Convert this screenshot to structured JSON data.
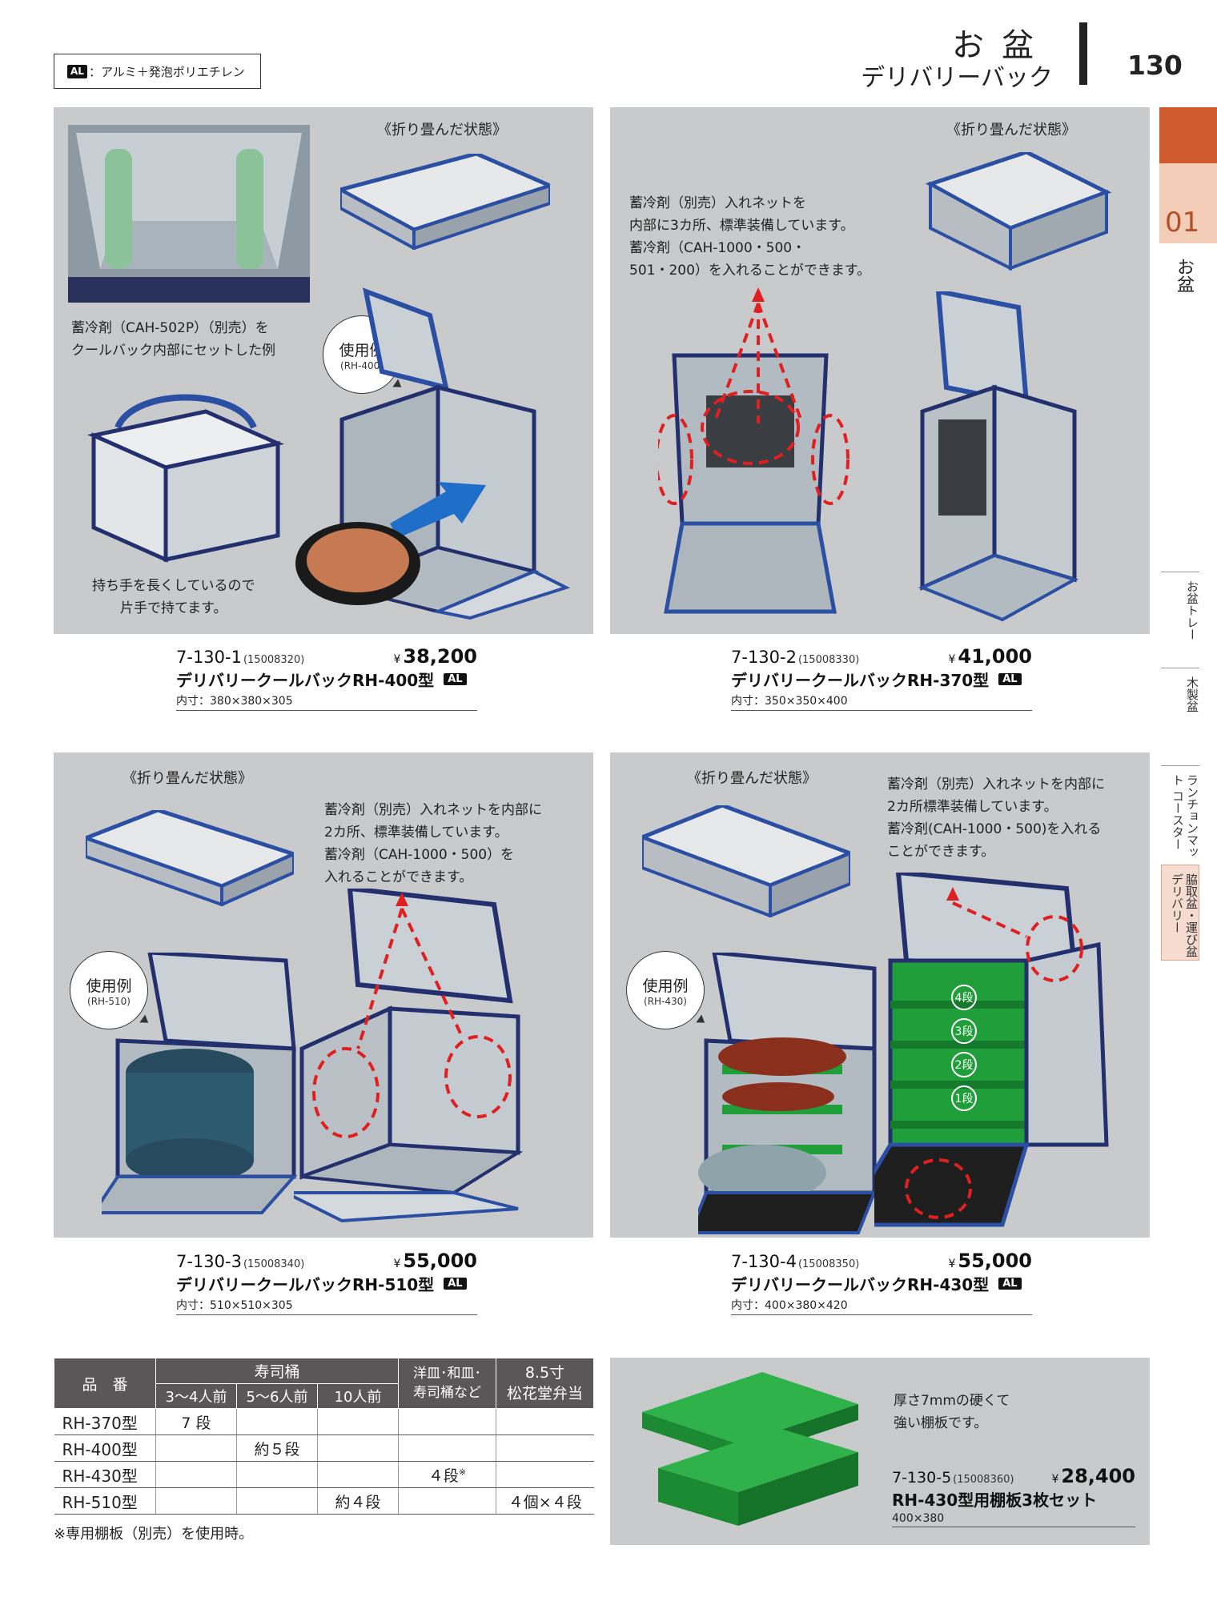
{
  "header": {
    "legend_badge": "AL",
    "legend_text": "：アルミ＋発泡ポリエチレン",
    "category": "お盆",
    "subtitle": "デリバリーバック",
    "page_number": "130"
  },
  "side_index": {
    "section_number": "01",
    "section_label": "お盆",
    "tabs": [
      "お盆トレー",
      "木製盆",
      "ランチョンマット コースター",
      "脇取盆・運び盆 デリバリー"
    ]
  },
  "panels": {
    "p1": {
      "folded_label": "《折り畳んだ状態》",
      "caption_inner": "蓄冷剤（CAH-502P）（別売）を\nクールバック内部にセットした例",
      "caption_handle": "持ち手を長くしているので\n片手で持てます。",
      "bubble_title": "使用例",
      "bubble_model": "(RH-400)"
    },
    "p2": {
      "folded_label": "《折り畳んだ状態》",
      "caption": "蓄冷剤（別売）入れネットを\n内部に3カ所、標準装備しています。\n蓄冷剤（CAH-1000・500・\n501・200）を入れることができます。"
    },
    "p3": {
      "folded_label": "《折り畳んだ状態》",
      "caption": "蓄冷剤（別売）入れネットを内部に\n2カ所、標準装備しています。\n蓄冷剤（CAH-1000・500）を\n入れることができます。",
      "bubble_title": "使用例",
      "bubble_model": "(RH-510)"
    },
    "p4": {
      "folded_label": "《折り畳んだ状態》",
      "caption": "蓄冷剤（別売）入れネットを内部に\n2カ所標準装備しています。\n蓄冷剤(CAH-1000・500)を入れる\nことができます。",
      "bubble_title": "使用例",
      "bubble_model": "(RH-430)",
      "tiers": [
        "4段",
        "3段",
        "2段",
        "1段"
      ]
    },
    "p5": {
      "caption": "厚さ7mmの硬くて\n強い棚板です。"
    }
  },
  "products": [
    {
      "code": "7-130-1",
      "jan": "(15008320)",
      "yen": "¥",
      "price": "38,200",
      "name": "デリバリークールバックRH-400型",
      "badge": "AL",
      "dims": "内寸：380×380×305"
    },
    {
      "code": "7-130-2",
      "jan": "(15008330)",
      "yen": "¥",
      "price": "41,000",
      "name": "デリバリークールバックRH-370型",
      "badge": "AL",
      "dims": "内寸：350×350×400"
    },
    {
      "code": "7-130-3",
      "jan": "(15008340)",
      "yen": "¥",
      "price": "55,000",
      "name": "デリバリークールバックRH-510型",
      "badge": "AL",
      "dims": "内寸：510×510×305"
    },
    {
      "code": "7-130-4",
      "jan": "(15008350)",
      "yen": "¥",
      "price": "55,000",
      "name": "デリバリークールバックRH-430型",
      "badge": "AL",
      "dims": "内寸：400×380×420"
    },
    {
      "code": "7-130-5",
      "jan": "(15008360)",
      "yen": "¥",
      "price": "28,400",
      "name": "RH-430型用棚板3枚セット",
      "badge": "",
      "dims": "400×380"
    }
  ],
  "capacity_table": {
    "col_model": "品　番",
    "group_sushi": "寿司桶",
    "sushi_cols": [
      "3～4人前",
      "5～6人前",
      "10人前"
    ],
    "col_plates": "洋皿･和皿･\n寿司桶など",
    "col_bento": "8.5寸\n松花堂弁当",
    "rows": [
      {
        "model": "RH-370型",
        "c1": "7 段",
        "c2": "",
        "c3": "",
        "c4": "",
        "c5": ""
      },
      {
        "model": "RH-400型",
        "c1": "",
        "c2": "約５段",
        "c3": "",
        "c4": "",
        "c5": ""
      },
      {
        "model": "RH-430型",
        "c1": "",
        "c2": "",
        "c3": "",
        "c4": "４段",
        "c4_mark": "※",
        "c5": ""
      },
      {
        "model": "RH-510型",
        "c1": "",
        "c2": "",
        "c3": "約４段",
        "c4": "",
        "c5": "４個×４段"
      }
    ],
    "note": "※専用棚板（別売）を使用時。"
  },
  "colors": {
    "panel_bg": "#c9cacb",
    "accent_orange": "#cf5a2e",
    "section_tab": "#f3cdb8",
    "bag_navy": "#24306e",
    "bag_blue": "#2b4fa3",
    "shelf_green": "#1f9e3a",
    "guide_red": "#e02020"
  }
}
